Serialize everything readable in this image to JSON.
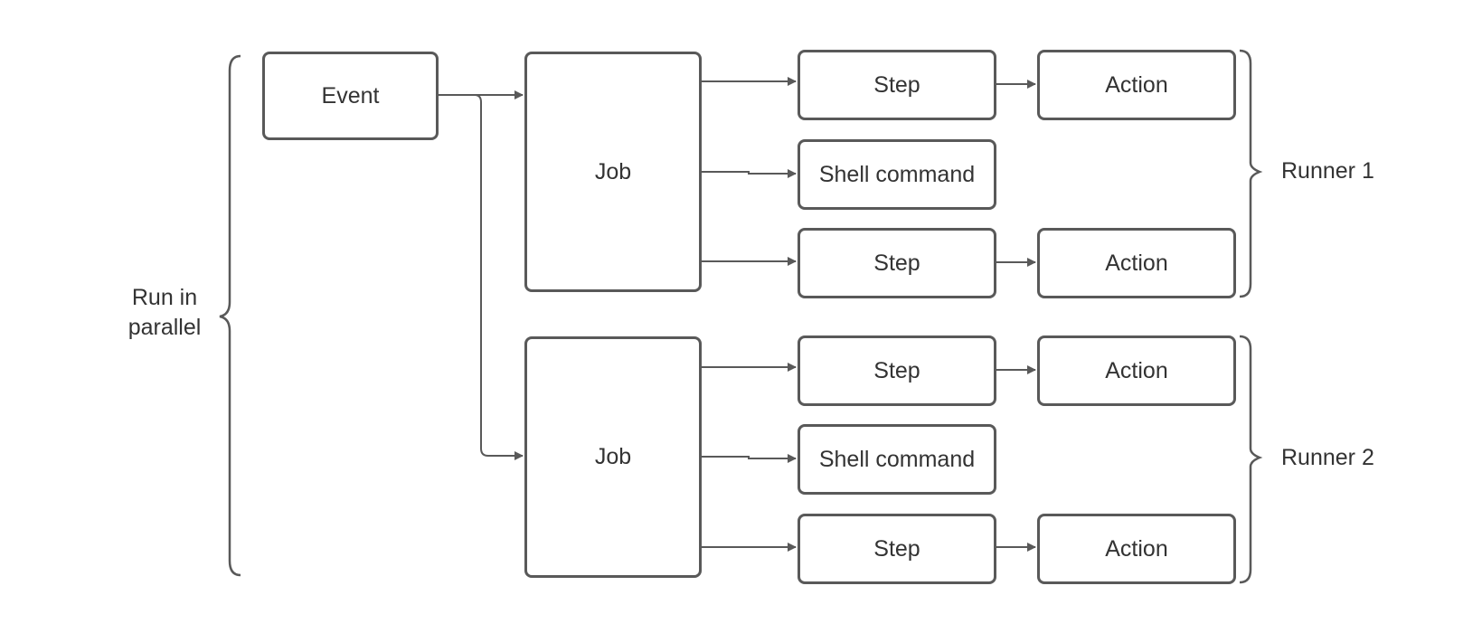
{
  "diagram": {
    "event": "Event",
    "parallel_label": [
      "Run in",
      "parallel"
    ],
    "jobs": [
      {
        "label": "Job",
        "runner": "Runner 1",
        "items": [
          {
            "step": "Step",
            "action": "Action"
          },
          {
            "shell": "Shell command"
          },
          {
            "step": "Step",
            "action": "Action"
          }
        ]
      },
      {
        "label": "Job",
        "runner": "Runner 2",
        "items": [
          {
            "step": "Step",
            "action": "Action"
          },
          {
            "shell": "Shell command"
          },
          {
            "step": "Step",
            "action": "Action"
          }
        ]
      }
    ],
    "colors": {
      "stroke": "#595959",
      "text": "#333333",
      "background": "#ffffff"
    }
  }
}
